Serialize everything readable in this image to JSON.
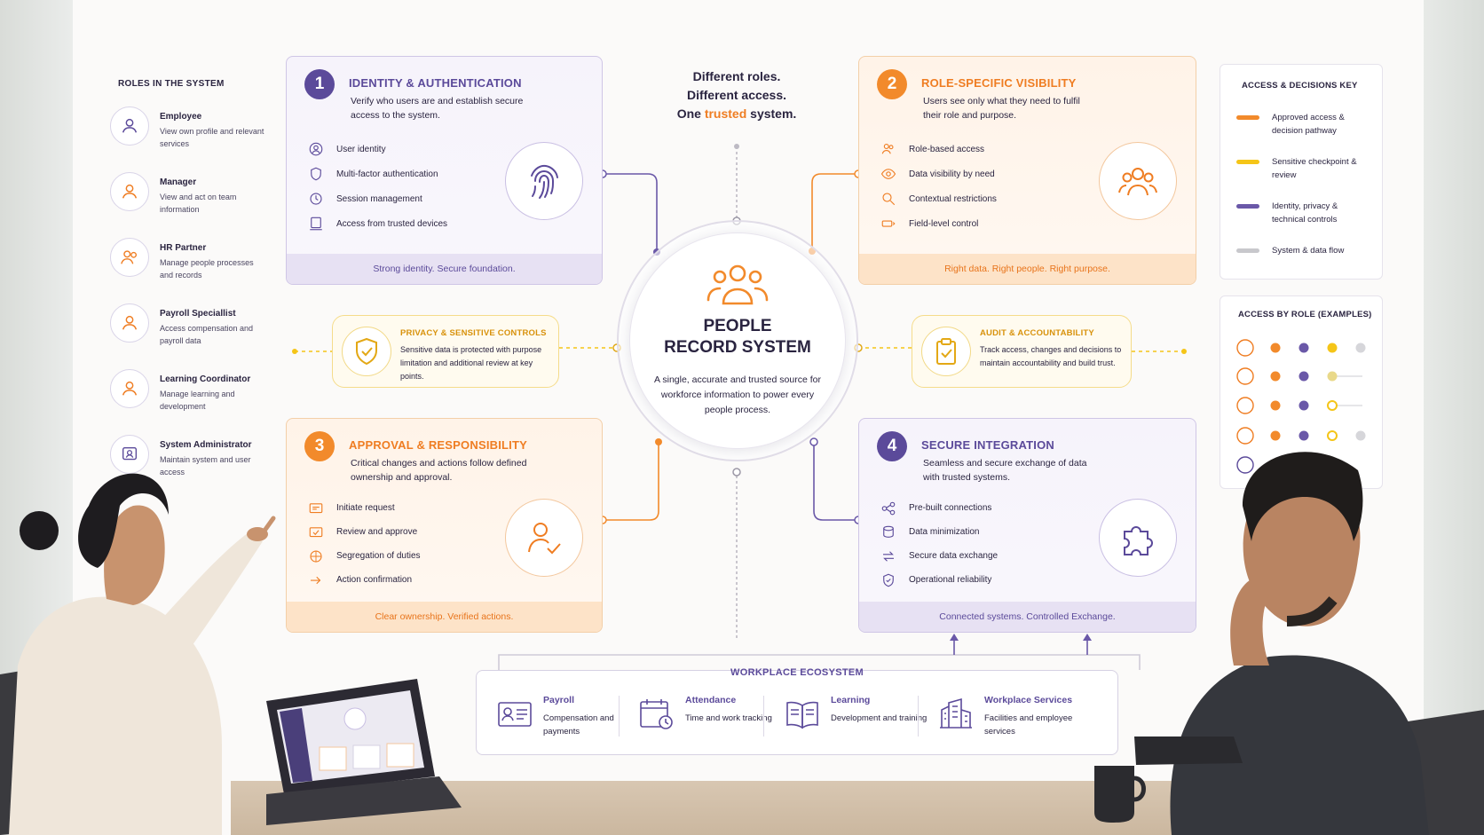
{
  "tagline": {
    "line1": "Different roles.",
    "line2": "Different access.",
    "line3_pre": "One ",
    "line3_hl": "trusted",
    "line3_post": " system."
  },
  "roles": {
    "title": "ROLES IN THE SYSTEM",
    "items": [
      {
        "name": "Employee",
        "desc": "View own profile and relevant services",
        "color": "#5b4a9a"
      },
      {
        "name": "Manager",
        "desc": "View and act on team information",
        "color": "#ef7d22"
      },
      {
        "name": "HR Partner",
        "desc": "Manage people processes and records",
        "color": "#ef7d22"
      },
      {
        "name": "Payroll Speciallist",
        "desc": "Access compensation and payroll data",
        "color": "#ef7d22"
      },
      {
        "name": "Learning Coordinator",
        "desc": "Manage learning and development",
        "color": "#ef7d22"
      },
      {
        "name": "System Administrator",
        "desc": "Maintain system and user access",
        "color": "#5b4a9a"
      }
    ]
  },
  "cards": {
    "identity": {
      "num": "1",
      "title": "IDENTITY & AUTHENTICATION",
      "sub": "Verify who users are and establish secure access to the system.",
      "items": [
        "User identity",
        "Multi-factor authentication",
        "Session management",
        "Access from trusted devices"
      ],
      "footer": "Strong identity. Secure foundation."
    },
    "visibility": {
      "num": "2",
      "title": "ROLE-SPECIFIC VISIBILITY",
      "sub": "Users see only what they need to fulfil their role and purpose.",
      "items": [
        "Role-based access",
        "Data visibility by need",
        "Contextual restrictions",
        "Field-level control"
      ],
      "footer": "Right data. Right people. Right purpose."
    },
    "approval": {
      "num": "3",
      "title": "APPROVAL & RESPONSIBILITY",
      "sub": "Critical changes and actions follow defined ownership and approval.",
      "items": [
        "Initiate request",
        "Review and approve",
        "Segregation of duties",
        "Action confirmation"
      ],
      "footer": "Clear ownership. Verified actions."
    },
    "integration": {
      "num": "4",
      "title": "SECURE INTEGRATION",
      "sub": "Seamless and secure exchange of data with trusted systems.",
      "items": [
        "Pre-built connections",
        "Data minimization",
        "Secure data exchange",
        "Operational reliability"
      ],
      "footer": "Connected systems. Controlled Exchange."
    }
  },
  "hub": {
    "title1": "PEOPLE",
    "title2": "RECORD SYSTEM",
    "desc": "A single, accurate and trusted source for workforce information to power every people process."
  },
  "privacy": {
    "title": "PRIVACY & SENSITIVE CONTROLS",
    "desc": "Sensitive data is protected with purpose limitation and additional review at key points."
  },
  "audit": {
    "title": "AUDIT & ACCOUNTABILITY",
    "desc": "Track access, changes and decisions to maintain accountability and build trust."
  },
  "key": {
    "title": "ACCESS & DECISIONS KEY",
    "items": [
      {
        "label": "Approved access & decision pathway",
        "color": "#f28a2b"
      },
      {
        "label": "Sensitive checkpoint & review",
        "color": "#f5c518"
      },
      {
        "label": "Identity, privacy & technical controls",
        "color": "#6a58a8"
      },
      {
        "label": "System & data flow",
        "color": "#c8c8cc"
      }
    ]
  },
  "access_by_role": {
    "title": "ACCESS BY ROLE (EXAMPLES)",
    "colors": {
      "orange": "#f28a2b",
      "purple": "#6a58a8",
      "yellow": "#f5c518",
      "grey": "#d6d6da"
    }
  },
  "ecosystem": {
    "title": "WORKPLACE ECOSYSTEM",
    "items": [
      {
        "name": "Payroll",
        "desc": "Compensation and payments"
      },
      {
        "name": "Attendance",
        "desc": "Time and work tracking"
      },
      {
        "name": "Learning",
        "desc": "Development and training"
      },
      {
        "name": "Workplace Services",
        "desc": "Facilities and employee services"
      }
    ]
  }
}
